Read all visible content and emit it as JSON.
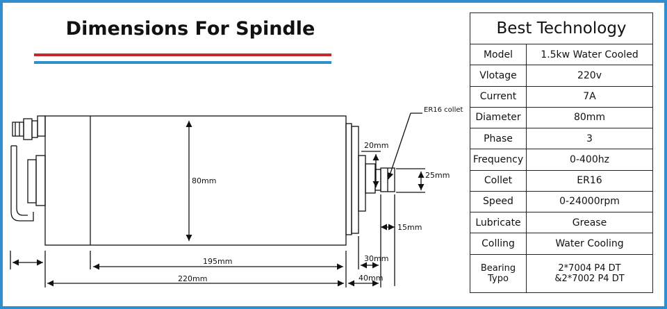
{
  "header": {
    "title": "Dimensions For Spindle"
  },
  "diagram": {
    "collet_label": "ER16 collet",
    "dim_80": "80mm",
    "dim_20": "20mm",
    "dim_25": "25mm",
    "dim_15": "15mm",
    "dim_195": "195mm",
    "dim_220": "220mm",
    "dim_30": "30mm",
    "dim_40": "40mm"
  },
  "specs": {
    "heading": "Best Technology",
    "rows": [
      {
        "label": "Model",
        "value": "1.5kw Water Cooled"
      },
      {
        "label": "Vlotage",
        "value": "220v"
      },
      {
        "label": "Current",
        "value": "7A"
      },
      {
        "label": "Diameter",
        "value": "80mm"
      },
      {
        "label": "Phase",
        "value": "3"
      },
      {
        "label": "Frequency",
        "value": "0-400hz"
      },
      {
        "label": "Collet",
        "value": "ER16"
      },
      {
        "label": "Speed",
        "value": "0-24000rpm"
      },
      {
        "label": "Lubricate",
        "value": "Grease"
      },
      {
        "label": "Colling",
        "value": "Water Cooling"
      }
    ],
    "bearing": {
      "label_1": "Bearing",
      "label_2": "Typo",
      "value_1": "2*7004 P4 DT",
      "value_2": "&2*7002 P4 DT"
    }
  }
}
